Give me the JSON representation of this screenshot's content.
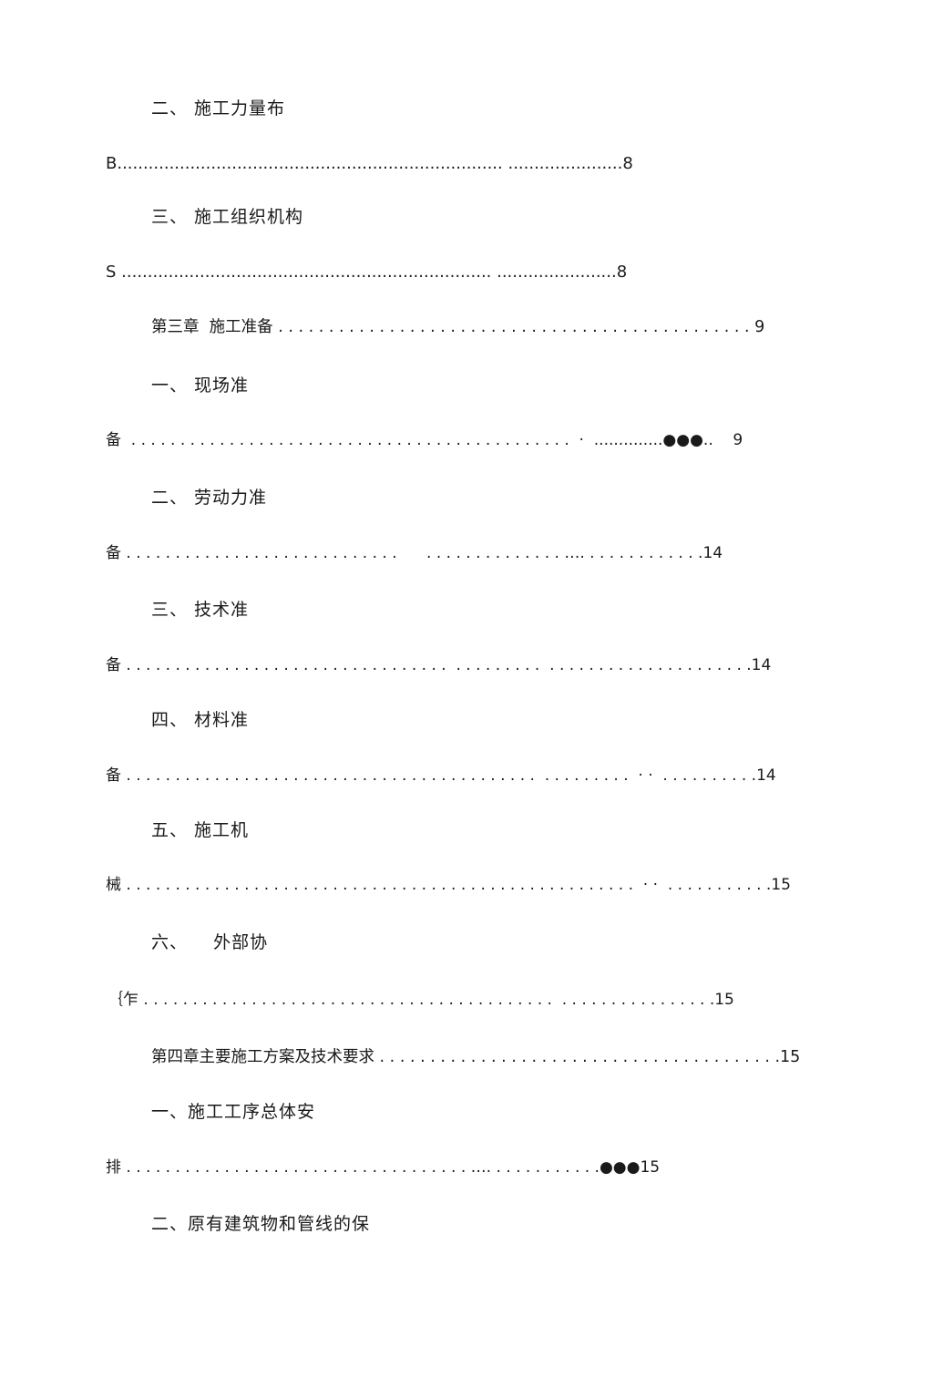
{
  "toc": {
    "lines": [
      {
        "text": "二、 施工力量布",
        "kind": "heading"
      },
      {
        "text": "B.......................................................................... ......................8",
        "kind": "entry"
      },
      {
        "text": "三、 施工组织机构",
        "kind": "heading"
      },
      {
        "text": "S ....................................................................... .......................8",
        "kind": "entry"
      },
      {
        "text": "第三章  施工准备 . . . . . . . . . . . . . . . . . . . . . . . . . . . . . . . . . . . . . . . . . . . . . . . 9",
        "kind": "entry"
      },
      {
        "text": "一、 现场准",
        "kind": "heading"
      },
      {
        "text": "备  . . . . . . . . . . . . . . . . . . . . . . . . . . . . . . . . . . . . . . . . . . . . .  ·  ..............●●●..    9",
        "kind": "entry"
      },
      {
        "text": "二、 劳动力准",
        "kind": "heading"
      },
      {
        "text": "备 . . . . . . . . . . . . . . . . . . . . . . . . . . . .      . . . . . . . . . . . . . . …. . . . . . . . . . . . .14",
        "kind": "entry"
      },
      {
        "text": "三、 技术准",
        "kind": "heading"
      },
      {
        "text": "备 . . . . . . . . . . . . . . . . . . . . . . . . . . . . . . . . .  . . . . . . . . .  . . . . . . . . . . . . . . . . . . . . .14",
        "kind": "entry"
      },
      {
        "text": "四、 材料准",
        "kind": "heading"
      },
      {
        "text": "备 . . . . . . . . . . . . . . . . . . . . . . . . . . . . . . . . . . . . . . . . . .  . . . . . . . . .  · ·  . . . . . . . . . .14",
        "kind": "entry"
      },
      {
        "text": "五、 施工机",
        "kind": "heading"
      },
      {
        "text": "械 . . . . . . . . . . . . . . . . . . . . . . . . . . . . . . . . . . . . . . . . . . . . . . . . . . . .  · ·  . . . . . . . . . . .15",
        "kind": "entry"
      },
      {
        "text": "六、    外部协",
        "kind": "heading"
      },
      {
        "text": "｛乍 . . . . . . . . . . . . . . . . . . . . . . . . . . . . . . . . . . . . . . . . . .  . . . . . . . . . . . . . . . .15",
        "kind": "entry"
      },
      {
        "text": "第四章主要施工方案及技术要求 . . . . . . . . . . . . . . . . . . . . . . . . . . . . . . . . . . . . . . . .15",
        "kind": "entry"
      },
      {
        "text": "一、施工工序总体安",
        "kind": "heading"
      },
      {
        "text": "排 . . . . . . . . . . . . . . . . . . . . . . . . . . . . . . . . . . . …. . . . . . . . . . . .●●●15",
        "kind": "entry"
      },
      {
        "text": "二、原有建筑物和管线的保",
        "kind": "heading"
      }
    ]
  }
}
